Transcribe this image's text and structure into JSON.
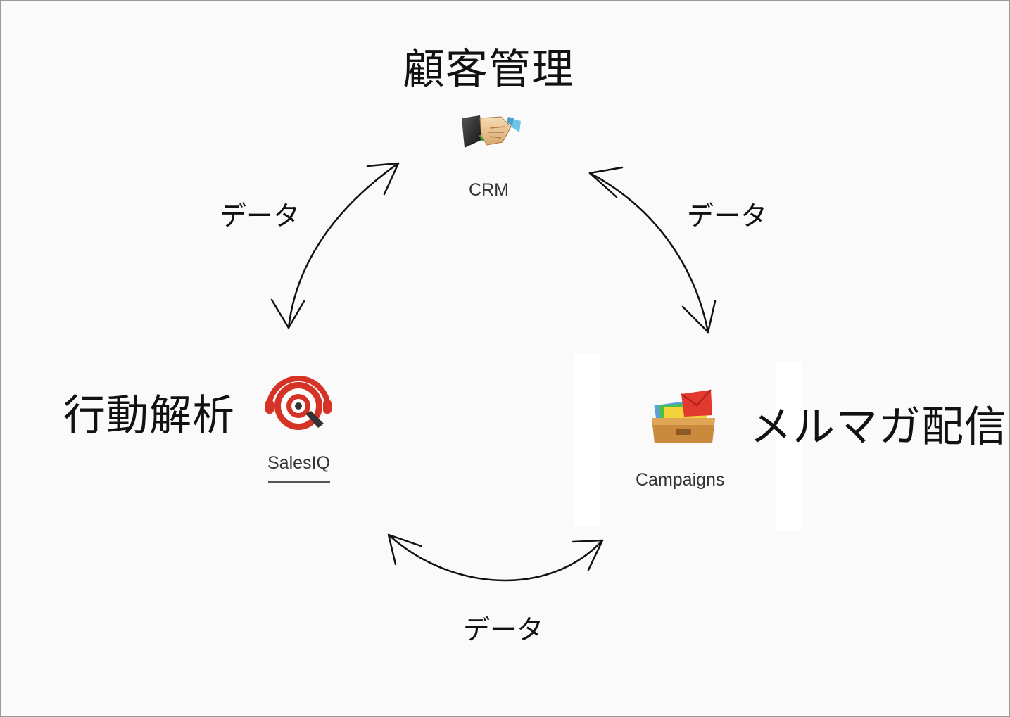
{
  "headings": {
    "crm": "顧客管理",
    "salesiq": "行動解析",
    "campaigns": "メルマガ配信"
  },
  "apps": {
    "crm": {
      "label": "CRM",
      "icon": "handshake-icon"
    },
    "salesiq": {
      "label": "SalesIQ",
      "icon": "target-icon"
    },
    "campaigns": {
      "label": "Campaigns",
      "icon": "mail-tray-icon"
    }
  },
  "edges": {
    "crm_salesiq": "データ",
    "crm_campaigns": "データ",
    "salesiq_campaigns": "データ"
  }
}
